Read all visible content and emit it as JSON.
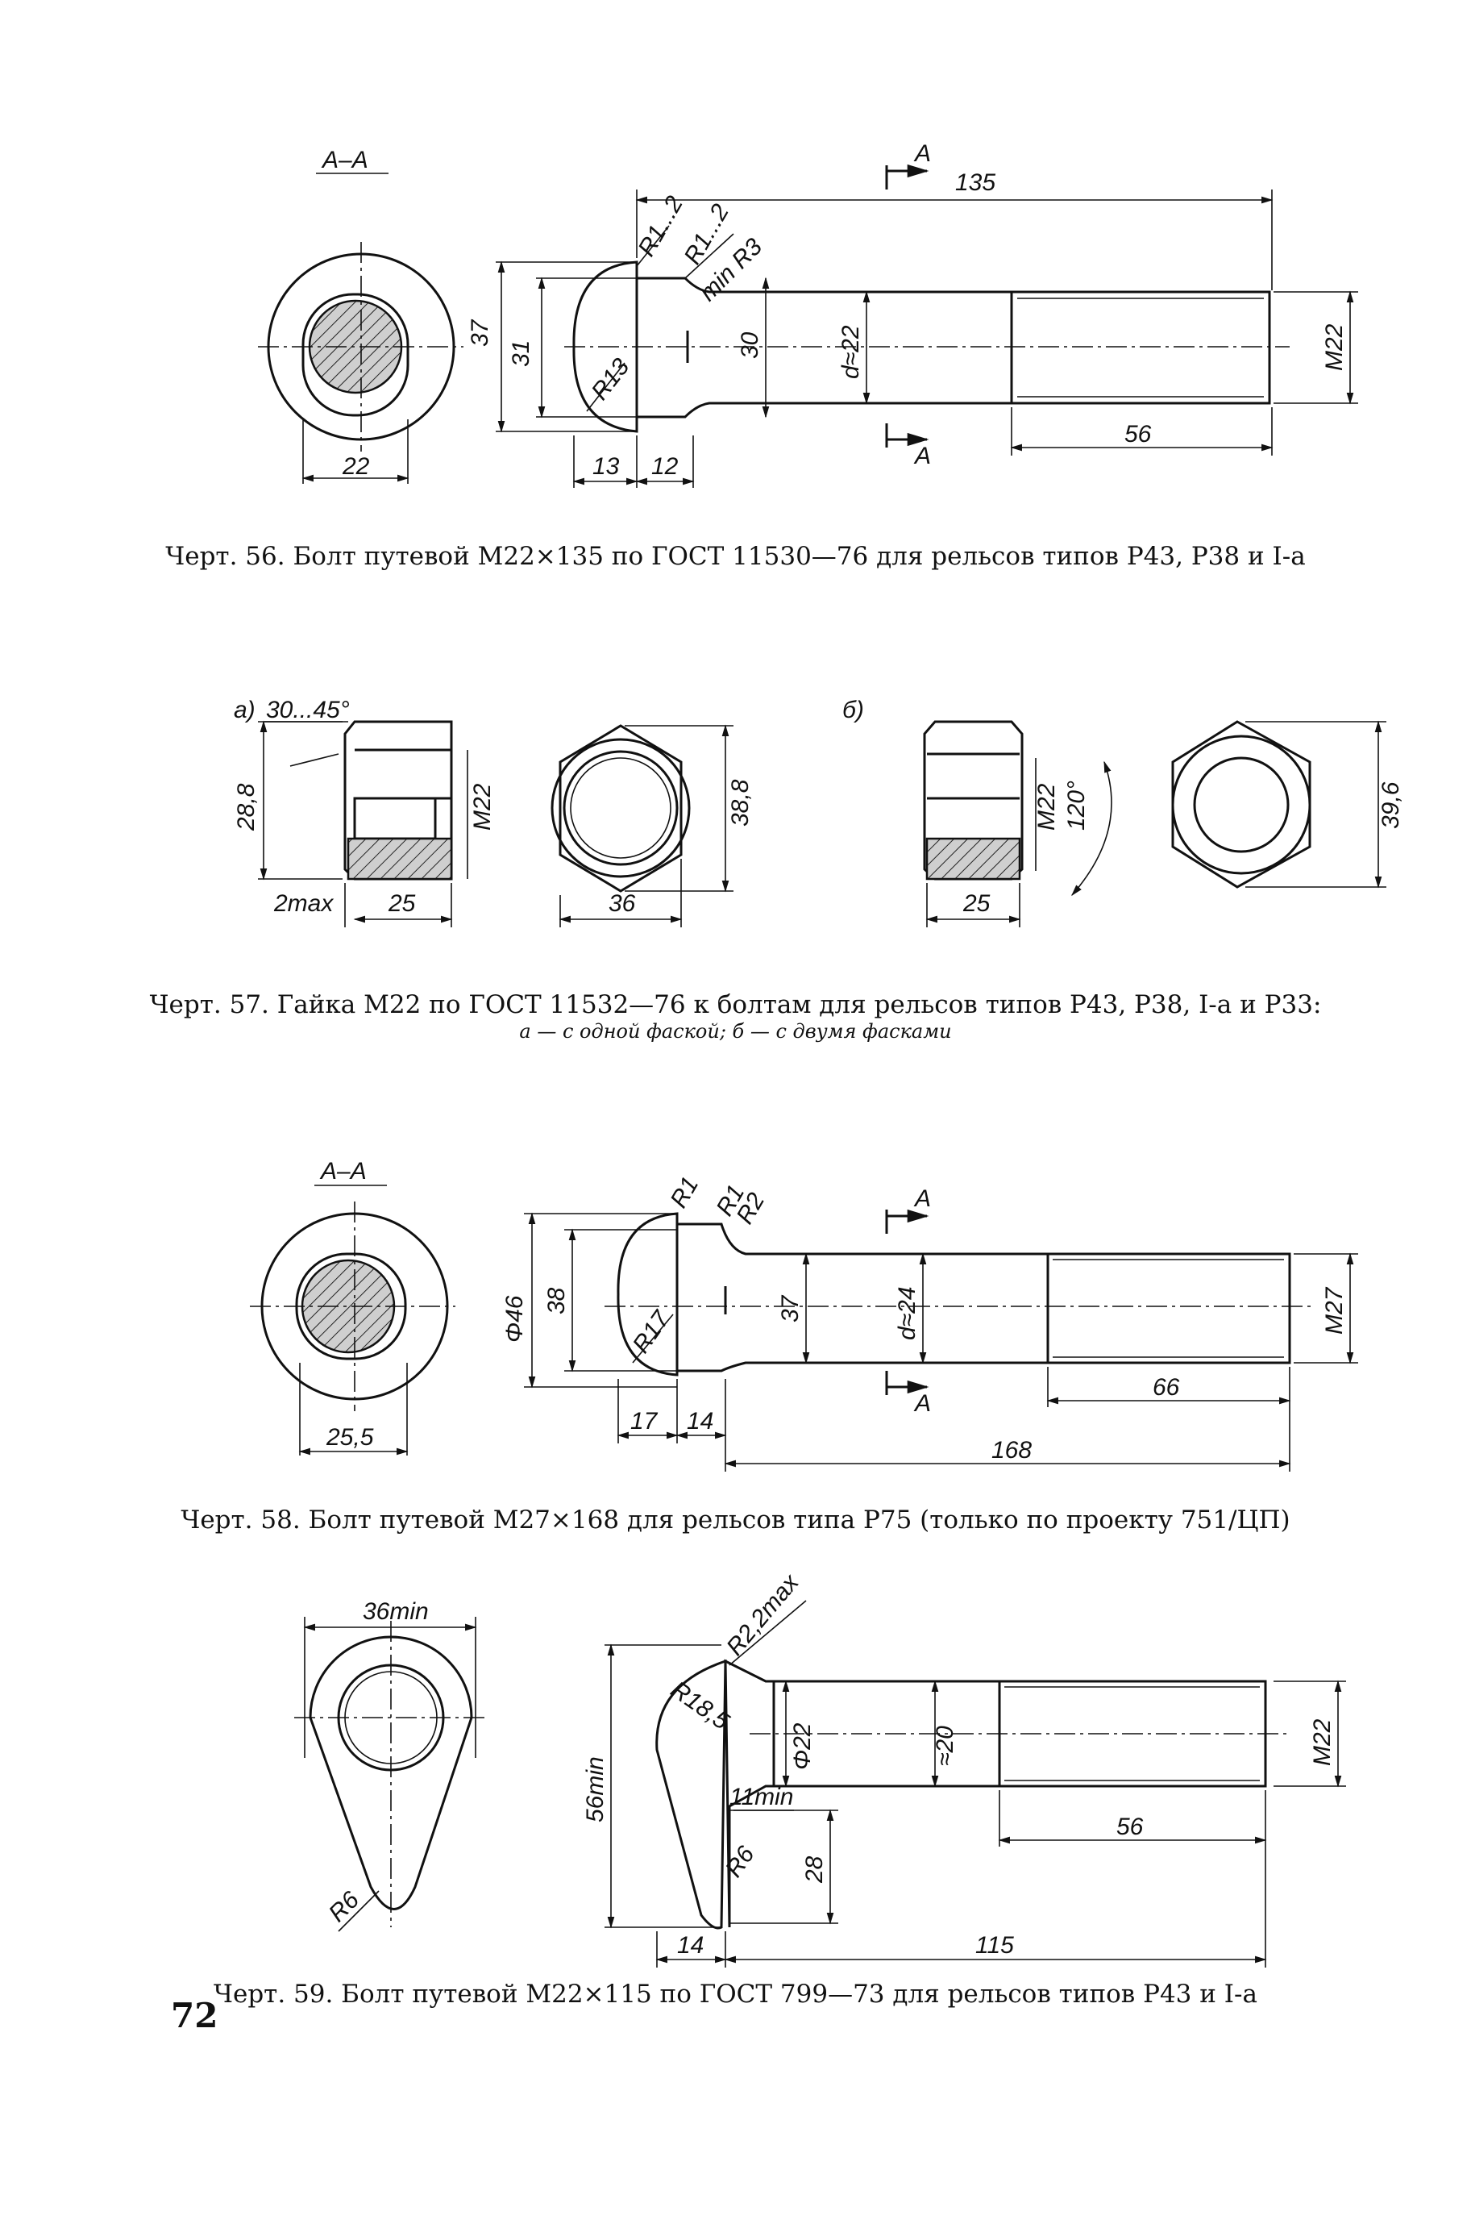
{
  "page_number": "72",
  "fig56": {
    "caption": "Черт. 56. Болт путевой М22×135 по ГОСТ 11530—76 для рельсов типов Р43, Р38 и I-а",
    "section": "А–А",
    "dims": {
      "d22": "22",
      "h37": "37",
      "h31": "31",
      "r13": "R13",
      "r12a": "R1...2",
      "r12b": "R1...2",
      "rmin": "min R3",
      "w13": "13",
      "w12": "12",
      "h30": "30",
      "d_approx": "d≈22",
      "len": "135",
      "thread_len": "56",
      "thread": "M22",
      "cut": "A"
    }
  },
  "fig57": {
    "caption": "Черт. 57. Гайка М22 по ГОСТ 11532—76 к болтам для рельсов типов Р43, Р38, I-а и Р33:",
    "subcaption": "а — с одной фаской; б — с двумя фасками",
    "a": {
      "tag": "а)",
      "angle": "30...45°",
      "h": "28,8",
      "thread": "M22",
      "chamfer": "2max",
      "w": "25",
      "flat": "36",
      "across": "38,8"
    },
    "b": {
      "tag": "б)",
      "thread": "M22",
      "angle": "120°",
      "w": "25",
      "across": "39,6"
    }
  },
  "fig58": {
    "caption": "Черт. 58. Болт путевой М27×168 для рельсов типа Р75 (только по проекту 751/ЦП)",
    "section": "А–А",
    "dims": {
      "d25": "25,5",
      "d46": "Φ46",
      "h38": "38",
      "r17": "R17",
      "r1a": "R1",
      "r1b": "R1",
      "r2": "R2",
      "w17": "17",
      "w14": "14",
      "h37": "37",
      "d_approx": "d≈24",
      "len": "168",
      "thread_len": "66",
      "thread": "M27",
      "cut": "A"
    }
  },
  "fig59": {
    "caption": "Черт. 59. Болт путевой М22×115 по ГОСТ 799—73 для рельсов типов Р43 и I-а",
    "dims": {
      "w36": "36min",
      "r6a": "R6",
      "r185": "R18,5",
      "r22": "R2,2max",
      "h56": "56min",
      "d22": "Φ22",
      "d20": "≈20",
      "min11": "11min",
      "r6b": "R6",
      "h28": "28",
      "w14": "14",
      "len": "115",
      "thread_len": "56",
      "thread": "M22"
    }
  }
}
